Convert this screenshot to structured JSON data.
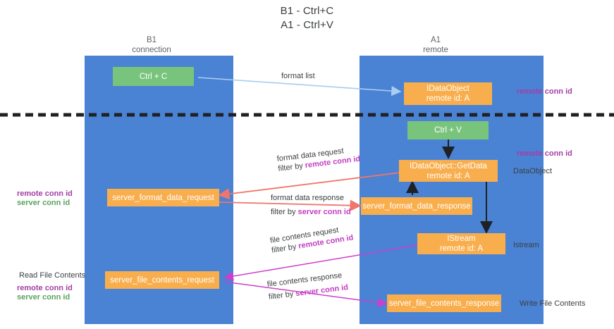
{
  "title": {
    "line1": "B1 - Ctrl+C",
    "line2": "A1 - Ctrl+V"
  },
  "columns": [
    {
      "name": "B1",
      "sub": "connection"
    },
    {
      "name": "A1",
      "sub": "remote"
    }
  ],
  "nodes": {
    "ctrl_c": {
      "label": "Ctrl + C"
    },
    "idataobject": {
      "label": "IDataObject",
      "sub": "remote id: A"
    },
    "ctrl_v": {
      "label": "Ctrl + V"
    },
    "getdata": {
      "label": "IDataObject::GetData",
      "sub": "remote id: A"
    },
    "server_format_data_request": {
      "label": "server_format_data_request"
    },
    "server_format_data_response": {
      "label": "server_format_data_response"
    },
    "istream": {
      "label": "IStream",
      "sub": "remote id: A"
    },
    "server_file_contents_request": {
      "label": "server_file_contents_request"
    },
    "server_file_contents_response": {
      "label": "server_file_contents_response"
    }
  },
  "edges": {
    "format_list": {
      "text": "format list"
    },
    "format_data_request": {
      "text": "format data request",
      "filter_prefix": "filter by ",
      "filter_key": "remote conn id"
    },
    "format_data_response": {
      "text": "format data response",
      "filter_prefix": "filter by ",
      "filter_key": "server conn id"
    },
    "file_contents_request": {
      "text": "file contents request",
      "filter_prefix": "filter by ",
      "filter_key": "remote conn id"
    },
    "file_contents_response": {
      "text": "file contents response",
      "filter_prefix": "filter by ",
      "filter_key": "server conn id"
    }
  },
  "annotations": {
    "right_remote_conn_id_top": "remote conn id",
    "right_remote_conn_id_mid": "remote conn id",
    "right_dataobject": "DataObject",
    "right_istream": "Istream",
    "right_write_file_contents": "Write File Contents",
    "left_remote_conn_id_mid": "remote conn id",
    "left_server_conn_id_mid": "server conn id",
    "left_read_file_contents": "Read File Contents",
    "left_remote_conn_id_bot": "remote conn id",
    "left_server_conn_id_bot": "server conn id"
  },
  "colors": {
    "lane": "#4a82d4",
    "green_box": "#79c47d",
    "orange_box": "#f9ae4d",
    "purple": "#c23ec2",
    "green_text": "#5aa35e",
    "arrow_blue": "#a8cdf0",
    "arrow_red": "#f0756b",
    "arrow_magenta": "#cc3fcc",
    "arrow_black": "#202124",
    "divider": "#202124"
  }
}
